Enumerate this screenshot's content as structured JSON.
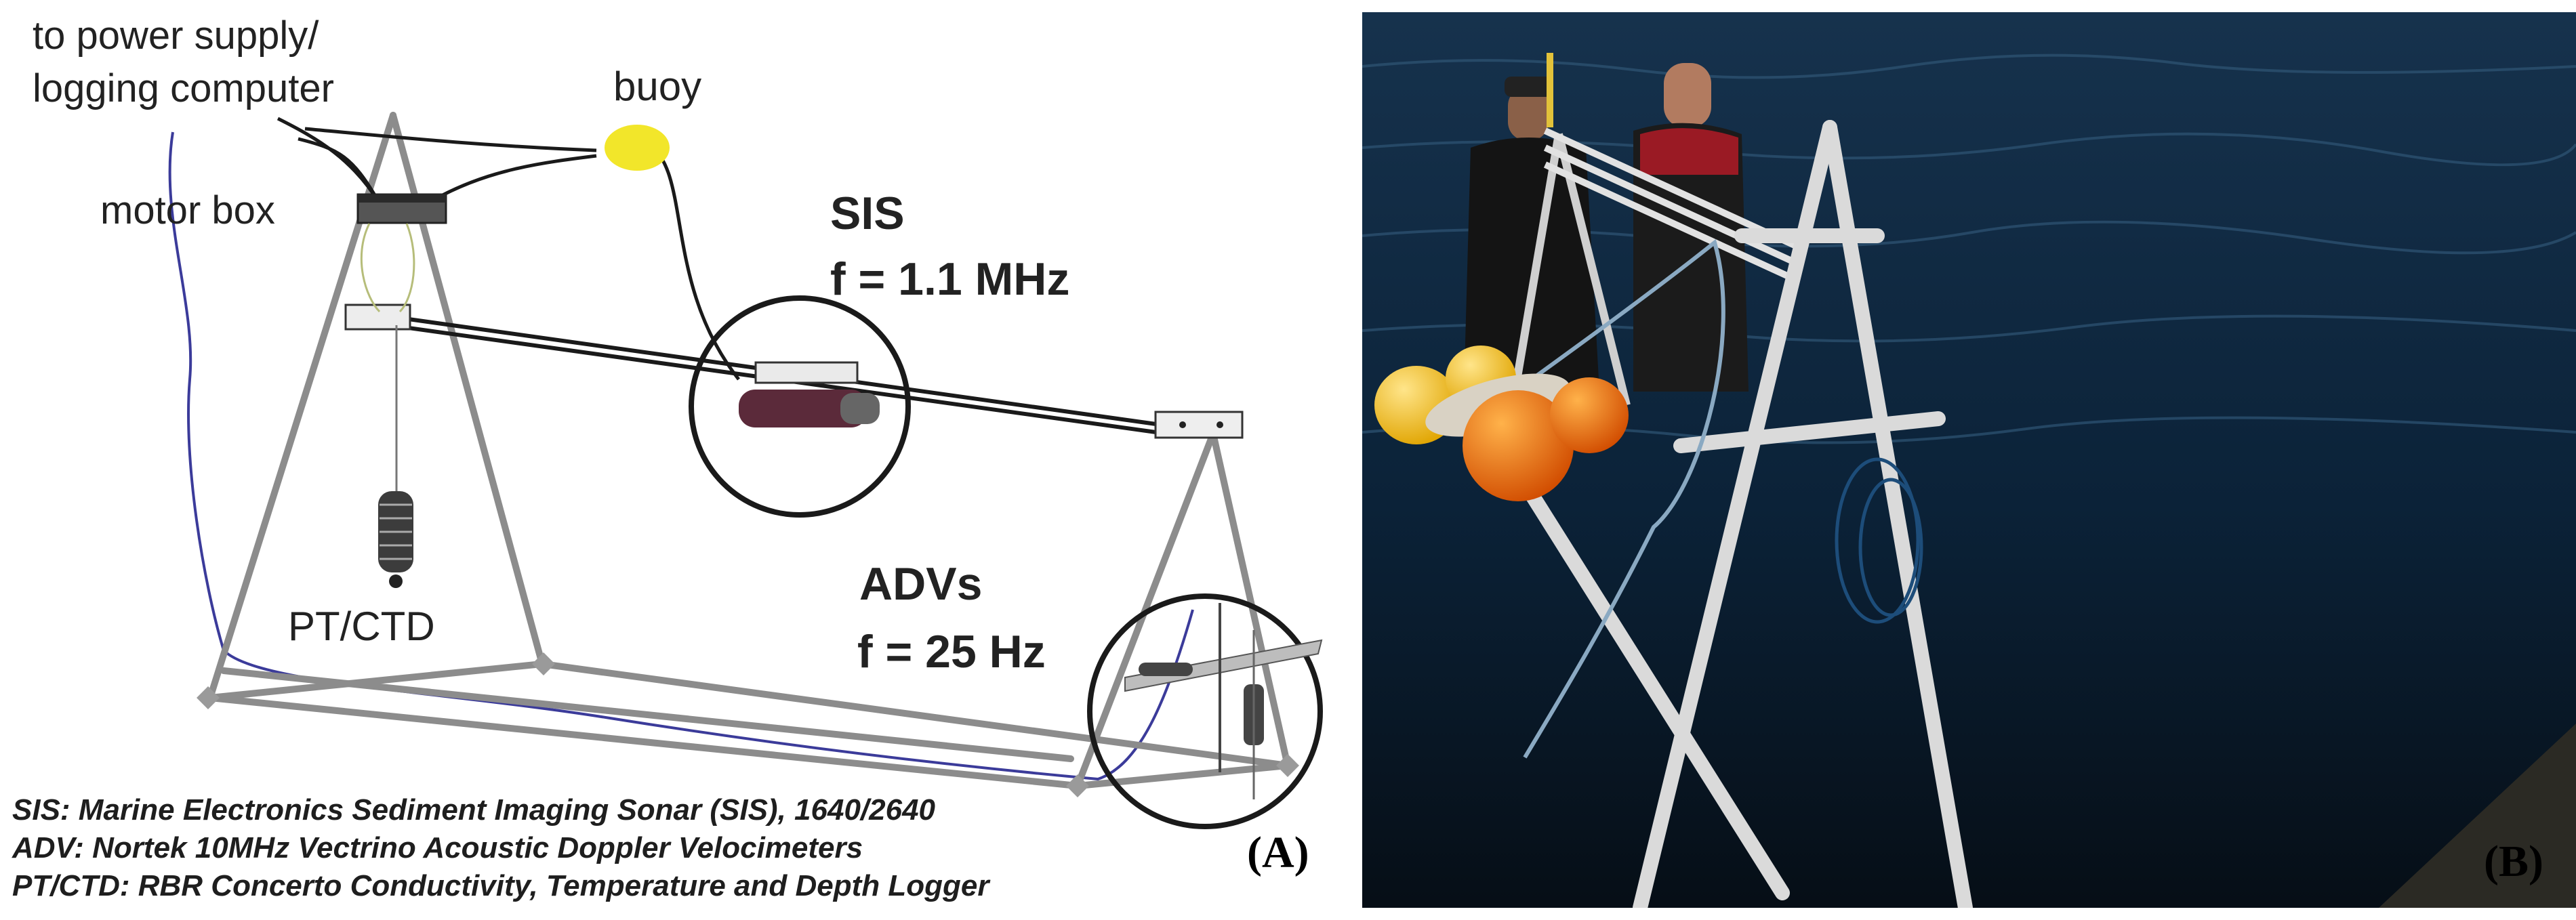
{
  "panel_a": {
    "labels": {
      "power_supply_line1": "to power supply/",
      "power_supply_line2": "logging computer",
      "buoy": "buoy",
      "motor_box": "motor box",
      "sis_title": "SIS",
      "sis_freq": "f = 1.1 MHz",
      "pt_ctd": "PT/CTD",
      "advs_title": "ADVs",
      "advs_freq": "f = 25 Hz"
    },
    "legend": [
      "SIS: Marine Electronics Sediment Imaging Sonar (SIS), 1640/2640",
      "ADV: Nortek 10MHz Vectrino Acoustic Doppler Velocimeters",
      "PT/CTD: RBR Concerto Conductivity, Temperature and Depth Logger"
    ],
    "tag": "(A)",
    "colors": {
      "frame": "#8a8a8a",
      "cable_blue": "#3b3b9a",
      "buoy": "#f2e62a",
      "cable": "#1a1a1a"
    }
  },
  "panel_b": {
    "tag": "(B)",
    "colors": {
      "water": "#0d2a45",
      "buoy_yellow": "#f7c21a",
      "buoy_orange": "#f26a0a",
      "frame": "#d6d6d6"
    }
  }
}
